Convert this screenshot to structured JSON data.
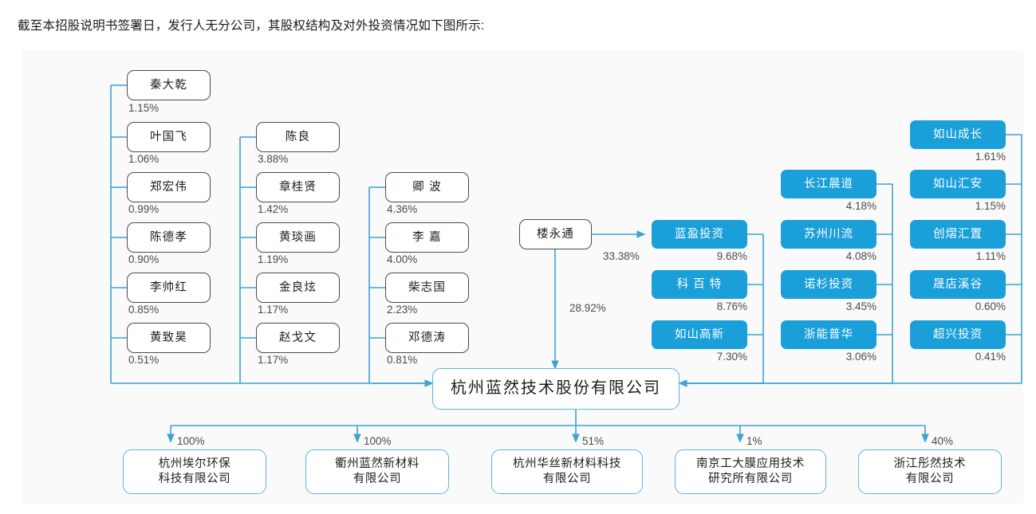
{
  "intro": "截至本招股说明书签署日，发行人无分公司，其股权结构及对外投资情况如下图所示:",
  "colors": {
    "institution_fill": "#1a9fd9",
    "wire": "#3ba3d6",
    "person_border": "#4c4c4c",
    "company_border": "#5fb4dd",
    "canvas_bg": "#fafafa",
    "text": "#1c1c1c",
    "pct_text": "#4a4a4a"
  },
  "chart_data": {
    "type": "diagram",
    "title": "杭州蓝然技术股份有限公司 股权结构及对外投资",
    "center": {
      "label": "杭州蓝然技术股份有限公司"
    },
    "shareholder_columns": [
      {
        "id": "col1",
        "kind": "person",
        "items": [
          {
            "label": "秦大乾",
            "pct": "1.15%"
          },
          {
            "label": "叶国飞",
            "pct": "1.06%"
          },
          {
            "label": "郑宏伟",
            "pct": "0.99%"
          },
          {
            "label": "陈德孝",
            "pct": "0.90%"
          },
          {
            "label": "李帅红",
            "pct": "0.85%"
          },
          {
            "label": "黄致昊",
            "pct": "0.51%"
          }
        ]
      },
      {
        "id": "col2",
        "kind": "person",
        "items": [
          {
            "label": "陈良",
            "pct": "3.88%"
          },
          {
            "label": "章桂贤",
            "pct": "1.42%"
          },
          {
            "label": "黄琰画",
            "pct": "1.19%"
          },
          {
            "label": "金良炫",
            "pct": "1.17%"
          },
          {
            "label": "赵戈文",
            "pct": "1.17%"
          }
        ]
      },
      {
        "id": "col3",
        "kind": "person",
        "items": [
          {
            "label": "卿 波",
            "pct": "4.36%"
          },
          {
            "label": "李 嘉",
            "pct": "4.00%"
          },
          {
            "label": "柴志国",
            "pct": "2.23%"
          },
          {
            "label": "邓德涛",
            "pct": "0.81%"
          }
        ]
      },
      {
        "id": "col4",
        "kind": "institution",
        "items": [
          {
            "label": "蓝盈投资",
            "pct": "9.68%"
          },
          {
            "label": "科 百 特",
            "pct": "8.76%"
          },
          {
            "label": "如山高新",
            "pct": "7.30%"
          }
        ]
      },
      {
        "id": "col5",
        "kind": "institution",
        "items": [
          {
            "label": "长江晨道",
            "pct": "4.18%"
          },
          {
            "label": "苏州川流",
            "pct": "4.08%"
          },
          {
            "label": "诺杉投资",
            "pct": "3.45%"
          },
          {
            "label": "浙能普华",
            "pct": "3.06%"
          }
        ]
      },
      {
        "id": "col6",
        "kind": "institution",
        "items": [
          {
            "label": "如山成长",
            "pct": "1.61%"
          },
          {
            "label": "如山汇安",
            "pct": "1.15%"
          },
          {
            "label": "创熠汇置",
            "pct": "1.11%"
          },
          {
            "label": "晟店溪谷",
            "pct": "0.60%"
          },
          {
            "label": "超兴投资",
            "pct": "0.41%"
          }
        ]
      }
    ],
    "controller": {
      "label": "楼永通",
      "direct_pct": "28.92%",
      "via_label": "蓝盈投资",
      "via_pct": "33.38%"
    },
    "subsidiaries": [
      {
        "label": "杭州埃尔环保\n科技有限公司",
        "pct": "100%"
      },
      {
        "label": "衢州蓝然新材料\n有限公司",
        "pct": "100%"
      },
      {
        "label": "杭州华丝新材料科技\n有限公司",
        "pct": "51%"
      },
      {
        "label": "南京工大膜应用技术\n研究所有限公司",
        "pct": "1%"
      },
      {
        "label": "浙江彤然技术\n有限公司",
        "pct": "40%"
      }
    ]
  }
}
